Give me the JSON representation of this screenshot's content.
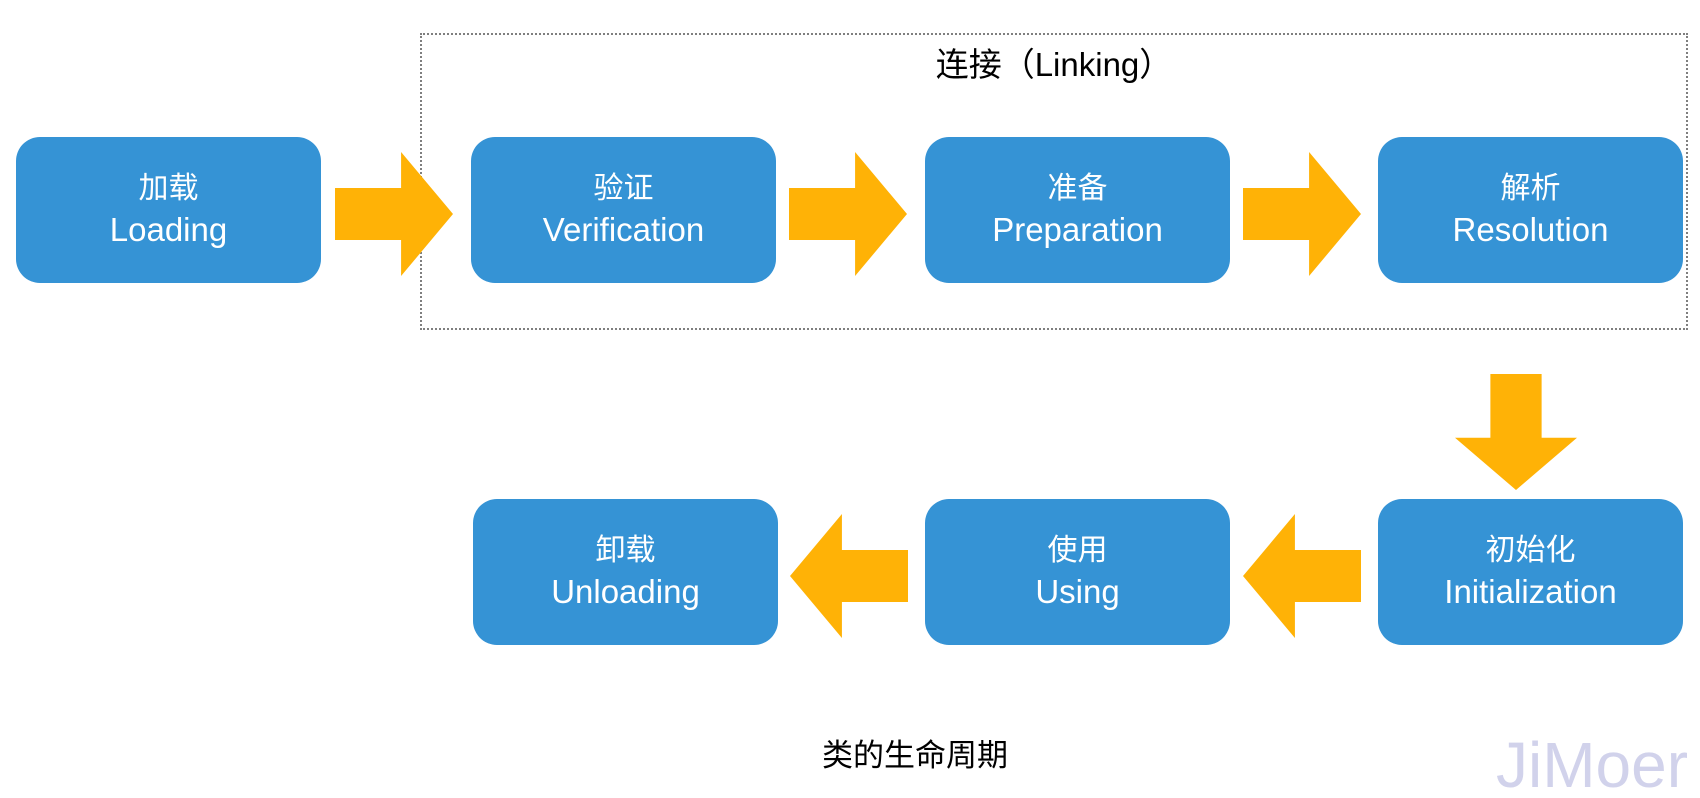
{
  "diagram": {
    "caption": "类的生命周期",
    "watermark": "JiMoer",
    "colors": {
      "box_fill": "#3593d5",
      "arrow_fill": "#ffb206",
      "box_text": "#ffffff",
      "group_border": "#7f7f7f",
      "caption_text": "#000000",
      "watermark_text": "#c9cbe8"
    },
    "group": {
      "label": "连接（Linking）",
      "border_style": "dotted"
    },
    "stages": {
      "loading": {
        "cn": "加载",
        "en": "Loading"
      },
      "verification": {
        "cn": "验证",
        "en": "Verification"
      },
      "preparation": {
        "cn": "准备",
        "en": "Preparation"
      },
      "resolution": {
        "cn": "解析",
        "en": "Resolution"
      },
      "initialization": {
        "cn": "初始化",
        "en": "Initialization"
      },
      "using": {
        "cn": "使用",
        "en": "Using"
      },
      "unloading": {
        "cn": "卸载",
        "en": "Unloading"
      }
    },
    "arrows": [
      {
        "name": "arrow-loading-to-verification",
        "direction": "right"
      },
      {
        "name": "arrow-verification-to-preparation",
        "direction": "right"
      },
      {
        "name": "arrow-preparation-to-resolution",
        "direction": "right"
      },
      {
        "name": "arrow-resolution-to-initialization",
        "direction": "down"
      },
      {
        "name": "arrow-initialization-to-using",
        "direction": "left"
      },
      {
        "name": "arrow-using-to-unloading",
        "direction": "left"
      }
    ]
  }
}
